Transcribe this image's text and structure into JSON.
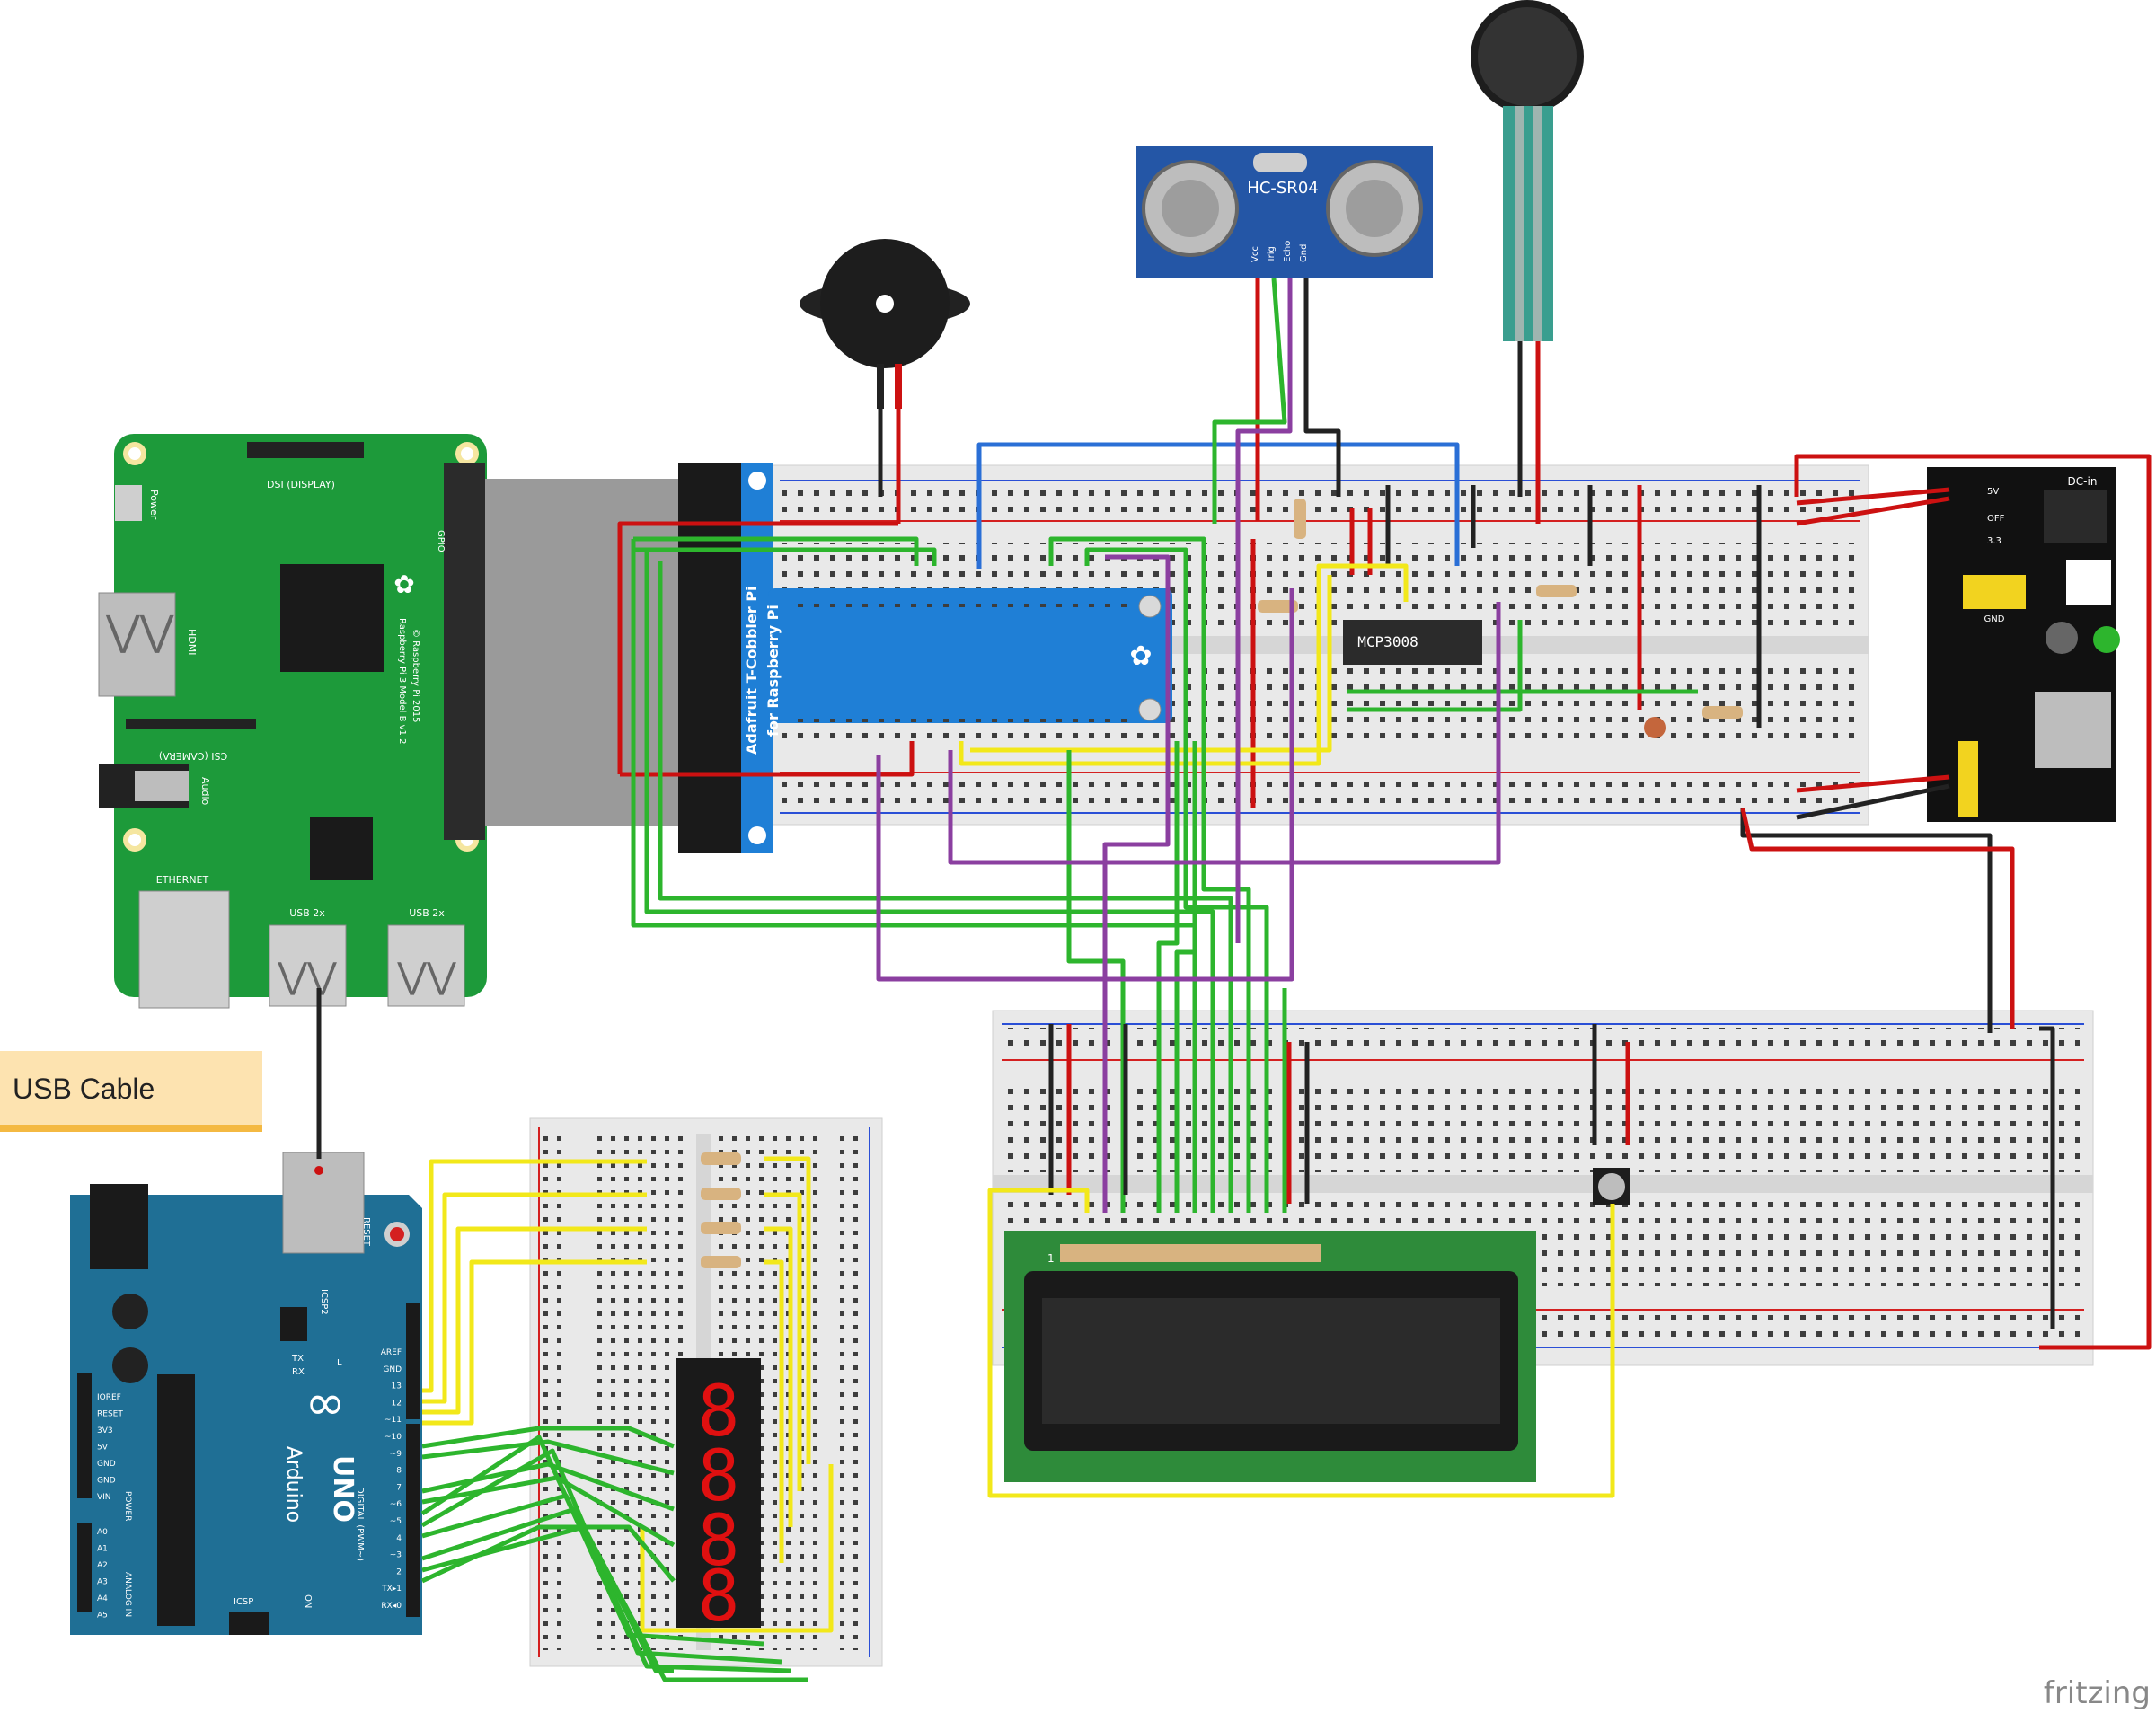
{
  "labels": {
    "rpi_board": "Raspberry Pi 3 Model B v1.2",
    "rpi_copyright": "© Raspberry Pi 2015",
    "rpi_power": "Power",
    "rpi_hdmi": "HDMI",
    "rpi_dsi": "DSI (DISPLAY)",
    "rpi_csi": "CSI (CAMERA)",
    "rpi_audio": "Audio",
    "rpi_ethernet": "ETHERNET",
    "rpi_usb1": "USB 2x",
    "rpi_usb2": "USB 2x",
    "rpi_gpio": "GPIO",
    "cobbler_line1": "Adafruit T-Cobbler Pi",
    "cobbler_line2": "for Raspberry Pi",
    "ultrasonic": "HC-SR04",
    "ultrasonic_pins": [
      "Vcc",
      "Trig",
      "Echo",
      "Gnd"
    ],
    "adc_chip": "MCP3008",
    "psu_dcin": "DC-in",
    "psu_gnd": "GND",
    "psu_5v": "5V",
    "psu_33": "3.3",
    "psu_off": "OFF",
    "usb_cable": "USB Cable",
    "arduino_brand": "Arduino",
    "arduino_model": "UNO",
    "arduino_reset": "RESET",
    "arduino_icsp2": "ICSP2",
    "arduino_icsp": "ICSP",
    "arduino_on": "ON",
    "arduino_digital": "DIGITAL (PWM~)",
    "arduino_power": "POWER",
    "arduino_analog": "ANALOG IN",
    "arduino_tx": "TX",
    "arduino_rx": "RX",
    "arduino_l": "L",
    "arduino_left_pins": [
      "IOREF",
      "RESET",
      "3V3",
      "5V",
      "GND",
      "GND",
      "VIN"
    ],
    "arduino_analog_pins": [
      "A0",
      "A1",
      "A2",
      "A3",
      "A4",
      "A5"
    ],
    "arduino_right_pins": [
      "AREF",
      "GND",
      "13",
      "12",
      "~11",
      "~10",
      "~9",
      "8",
      "7",
      "~6",
      "~5",
      "4",
      "~3",
      "2",
      "TX▸1",
      "RX◂0"
    ],
    "lcd_pin1": "1",
    "fritzing": "fritzing"
  },
  "colors": {
    "wire_red": "#cc1111",
    "wire_black": "#222222",
    "wire_green": "#2db52d",
    "wire_yellow": "#f2e81a",
    "wire_blue": "#2a6fd6",
    "wire_purple": "#8b3fa0",
    "rpi_green": "#1d9a3a",
    "cobbler_blue": "#1f7fd6",
    "arduino_blue": "#1f6f95",
    "sensor_blue": "#2456a6",
    "lcd_green": "#2e8b3a",
    "segment_red": "#e01010",
    "note_bg": "#fde3b0",
    "note_border": "#f4b942"
  }
}
